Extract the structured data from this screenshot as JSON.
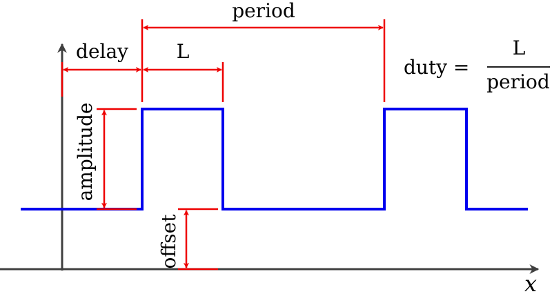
{
  "labels": {
    "period": "period",
    "delay": "delay",
    "length": "L",
    "amplitude": "amplitude",
    "offset": "offset",
    "x_axis": "x"
  },
  "formula": {
    "lhs": "duty =",
    "numerator": "L",
    "denominator": "period"
  },
  "colors": {
    "signal": "#0000ee",
    "annotation": "#ee0000",
    "axis": "#404040"
  }
}
